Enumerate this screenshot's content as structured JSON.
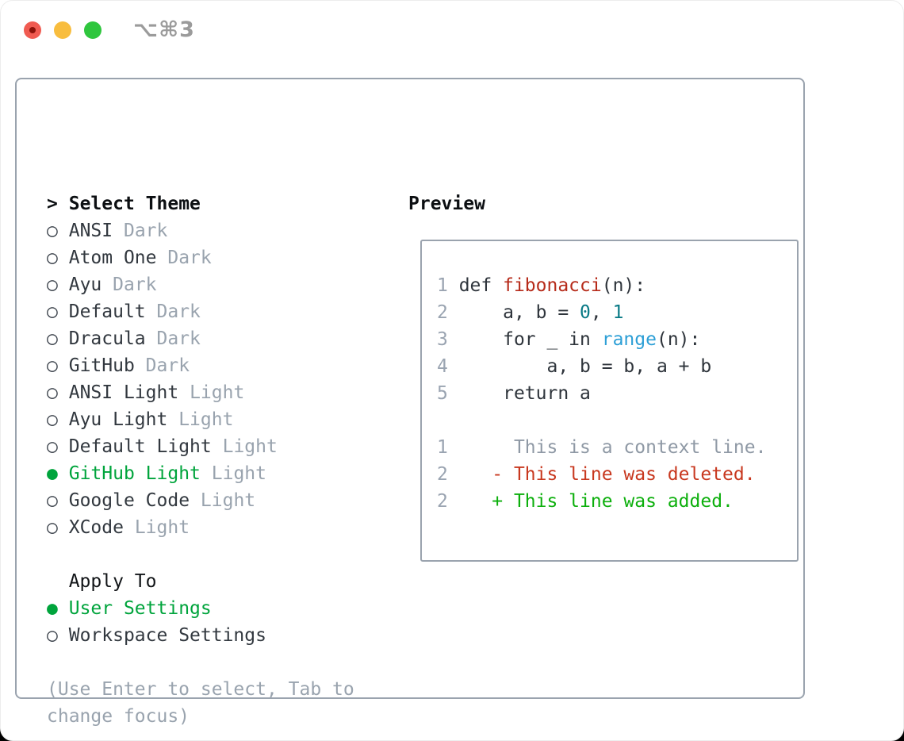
{
  "window": {
    "title_shortcut": "⌥⌘3",
    "controls": {
      "close_color": "#f05b51",
      "minimize_color": "#f8bd3e",
      "zoom_color": "#2fc63e"
    }
  },
  "theme_picker": {
    "prompt": ">",
    "title": "Select Theme",
    "glyphs": {
      "selected": "●",
      "unselected": "○"
    },
    "themes": [
      {
        "name": "ANSI",
        "variant": "Dark",
        "selected": false
      },
      {
        "name": "Atom One",
        "variant": "Dark",
        "selected": false
      },
      {
        "name": "Ayu",
        "variant": "Dark",
        "selected": false
      },
      {
        "name": "Default",
        "variant": "Dark",
        "selected": false
      },
      {
        "name": "Dracula",
        "variant": "Dark",
        "selected": false
      },
      {
        "name": "GitHub",
        "variant": "Dark",
        "selected": false
      },
      {
        "name": "ANSI Light",
        "variant": "Light",
        "selected": false
      },
      {
        "name": "Ayu Light",
        "variant": "Light",
        "selected": false
      },
      {
        "name": "Default Light",
        "variant": "Light",
        "selected": false
      },
      {
        "name": "GitHub Light",
        "variant": "Light",
        "selected": true
      },
      {
        "name": "Google Code",
        "variant": "Light",
        "selected": false
      },
      {
        "name": "XCode",
        "variant": "Light",
        "selected": false
      }
    ],
    "apply_to": {
      "title": "Apply To",
      "options": [
        {
          "name": "User Settings",
          "selected": true
        },
        {
          "name": "Workspace Settings",
          "selected": false
        }
      ]
    },
    "hint_line1": "(Use Enter to select, Tab to",
    "hint_line2": "change focus)"
  },
  "preview": {
    "title": "Preview",
    "lines": [
      {
        "num": "1",
        "tokens": [
          {
            "t": "def ",
            "c": "code"
          },
          {
            "t": "fibonacci",
            "c": "function"
          },
          {
            "t": "(n):",
            "c": "code"
          }
        ]
      },
      {
        "num": "2",
        "tokens": [
          {
            "t": "    a, b = ",
            "c": "code"
          },
          {
            "t": "0",
            "c": "number"
          },
          {
            "t": ", ",
            "c": "code"
          },
          {
            "t": "1",
            "c": "number"
          }
        ]
      },
      {
        "num": "3",
        "tokens": [
          {
            "t": "    for _ in ",
            "c": "code"
          },
          {
            "t": "range",
            "c": "builtin"
          },
          {
            "t": "(n):",
            "c": "code"
          }
        ]
      },
      {
        "num": "4",
        "tokens": [
          {
            "t": "        a, b = b, a + b",
            "c": "code"
          }
        ]
      },
      {
        "num": "5",
        "tokens": [
          {
            "t": "    return a",
            "c": "code"
          }
        ]
      },
      {
        "num": null,
        "tokens": []
      },
      {
        "num": "1",
        "tokens": [
          {
            "t": "     This is a context line.",
            "c": "context"
          }
        ]
      },
      {
        "num": "2",
        "tokens": [
          {
            "t": "   - This line was deleted.",
            "c": "deleted"
          }
        ]
      },
      {
        "num": "2",
        "tokens": [
          {
            "t": "   + This line was added.",
            "c": "added"
          }
        ]
      }
    ]
  },
  "colors": {
    "panel_border": "#9aa3ae",
    "text_dark": "#32383f",
    "text_dim": "#99a3ae",
    "selected_green": "#00a43c",
    "added_green": "#0caf0c",
    "deleted_red": "#c8381f",
    "function_red": "#b62b1a",
    "number_teal": "#0a7a86",
    "builtin_blue": "#2d9fd6",
    "line_number_gray": "#9aa4b1",
    "context_gray": "#8f99a5"
  }
}
